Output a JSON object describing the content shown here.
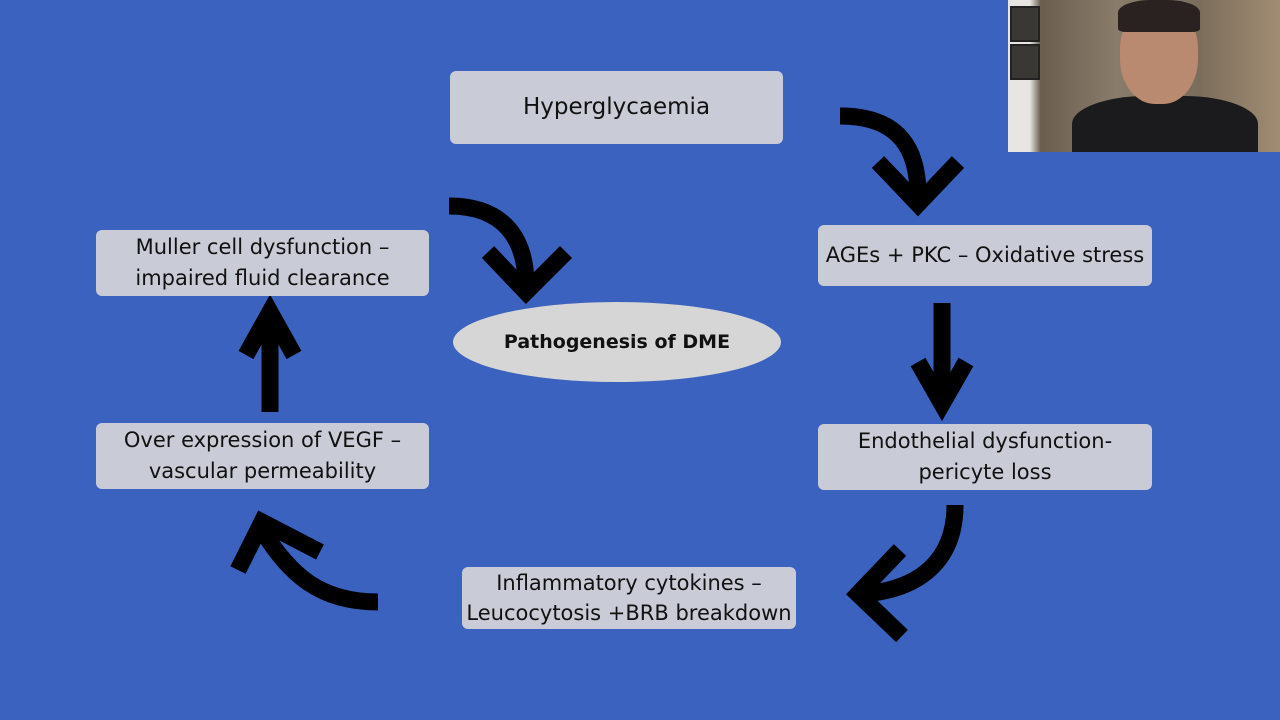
{
  "diagram": {
    "center": "Pathogenesis of DME",
    "nodes": [
      {
        "id": "hyperglycaemia",
        "lines": [
          "Hyperglycaemia"
        ]
      },
      {
        "id": "ages-pkc",
        "lines": [
          "AGEs + PKC – Oxidative stress"
        ]
      },
      {
        "id": "endothelial",
        "lines": [
          "Endothelial dysfunction-",
          "pericyte loss"
        ]
      },
      {
        "id": "inflammatory",
        "lines": [
          "Inflammatory cytokines –",
          "Leucocytosis +BRB breakdown"
        ]
      },
      {
        "id": "vegf",
        "lines": [
          "Over expression of VEGF –",
          "vascular permeability"
        ]
      },
      {
        "id": "muller",
        "lines": [
          "Muller cell dysfunction –",
          "impaired fluid clearance"
        ]
      }
    ]
  },
  "colors": {
    "background": "#3b62be",
    "box": "#c9ccd6",
    "arrow": "#000000"
  }
}
